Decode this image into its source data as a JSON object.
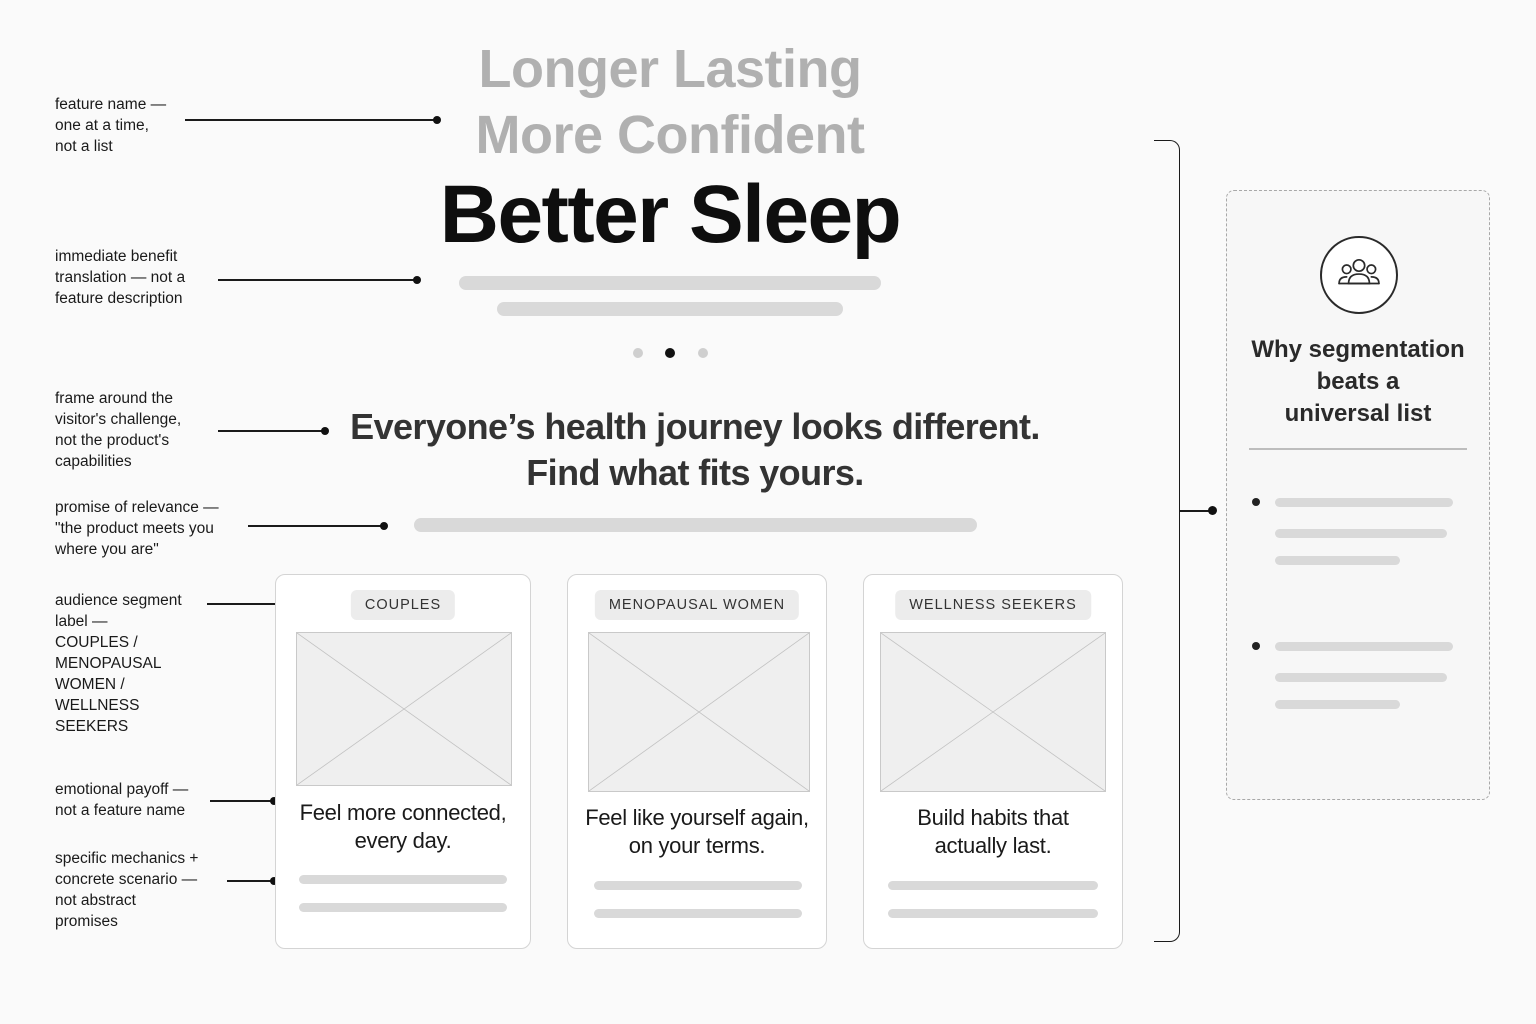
{
  "annotations": [
    {
      "id": "feature-name",
      "text": "feature name —\none at a time,\nnot a list"
    },
    {
      "id": "benefit",
      "text": "immediate benefit\ntranslation — not a\nfeature description"
    },
    {
      "id": "frame",
      "text": "frame around the\nvisitor's challenge,\nnot the product's\ncapabilities"
    },
    {
      "id": "promise",
      "text": "promise of relevance —\n\"the product meets you\nwhere you are\""
    },
    {
      "id": "segment",
      "text": "audience segment\nlabel —\nCOUPLES /\nMENOPAUSAL\nWOMEN /\nWELLNESS\nSEEKERS"
    },
    {
      "id": "payoff",
      "text": "emotional payoff —\nnot a feature name"
    },
    {
      "id": "mechanics",
      "text": "specific mechanics +\nconcrete scenario —\nnot abstract\npromises"
    }
  ],
  "hero": {
    "rotating_features": [
      "Longer Lasting",
      "More Confident"
    ],
    "active_feature": "Better Sleep",
    "carousel_dots": 3,
    "active_dot": 1
  },
  "challenge": {
    "line1": "Everyone’s health journey looks different.",
    "line2": "Find what fits yours."
  },
  "cards": [
    {
      "label": "COUPLES",
      "payoff_line1": "Feel more connected,",
      "payoff_line2": "every day."
    },
    {
      "label": "MENOPAUSAL WOMEN",
      "payoff_line1": "Feel like yourself again,",
      "payoff_line2": "on your terms."
    },
    {
      "label": "WELLNESS SEEKERS",
      "payoff_line1": "Build habits that",
      "payoff_line2": "actually last."
    }
  ],
  "panel": {
    "icon": "group-people-icon",
    "title": "Why segmentation\nbeats a\nuniversal list",
    "bullet_count": 2
  },
  "colors": {
    "background": "#fafafa",
    "placeholder_bar": "#d9d9d9",
    "muted_heading": "#b0b0b0",
    "ink": "#0e0e0e"
  }
}
